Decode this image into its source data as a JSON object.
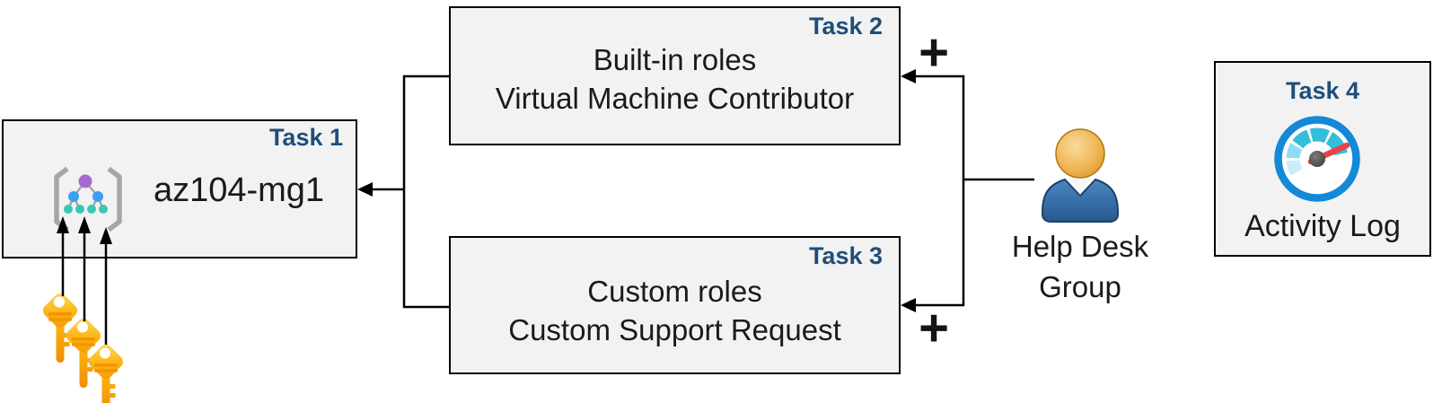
{
  "tasks": {
    "task1": {
      "badge": "Task 1",
      "title": "az104-mg1"
    },
    "task2": {
      "badge": "Task 2",
      "line1": "Built-in roles",
      "line2": "Virtual Machine Contributor"
    },
    "task3": {
      "badge": "Task 3",
      "line1": "Custom roles",
      "line2": "Custom Support Request"
    },
    "task4": {
      "badge": "Task 4",
      "label": "Activity Log"
    }
  },
  "actor": {
    "line1": "Help Desk",
    "line2": "Group"
  },
  "connectors": {
    "plus": "+"
  },
  "icons": {
    "task1": "management-group-icon",
    "keys": "keys-icon",
    "actor": "user-group-icon",
    "task4": "activity-log-gauge-icon"
  },
  "colors": {
    "badge_color": "#1f4e79",
    "text_color": "#1a1a1a",
    "box_fill": "#f2f2f2",
    "box_border": "#000000",
    "plus_color": "#141414",
    "connector_color": "#000000",
    "key_gold": "#fcb415",
    "key_gold_light": "#ffdb5e",
    "key_stripe": "#f29500",
    "mg_brace_gray": "#a6a6a6",
    "mg_purple": "#a569d3",
    "mg_blue": "#3d9ff2",
    "mg_teal": "#38c7b4",
    "person_head_gold": "#edb24d",
    "person_body_blue": "#3a72ad",
    "gauge_ring_blue": "#1389d8",
    "gauge_arc_teal": "#33bedb",
    "gauge_arc_light": "#8edcf5",
    "gauge_arc_lightest": "#c9ecfb",
    "gauge_needle_red": "#e8424b",
    "gauge_hub_gray": "#474747"
  }
}
